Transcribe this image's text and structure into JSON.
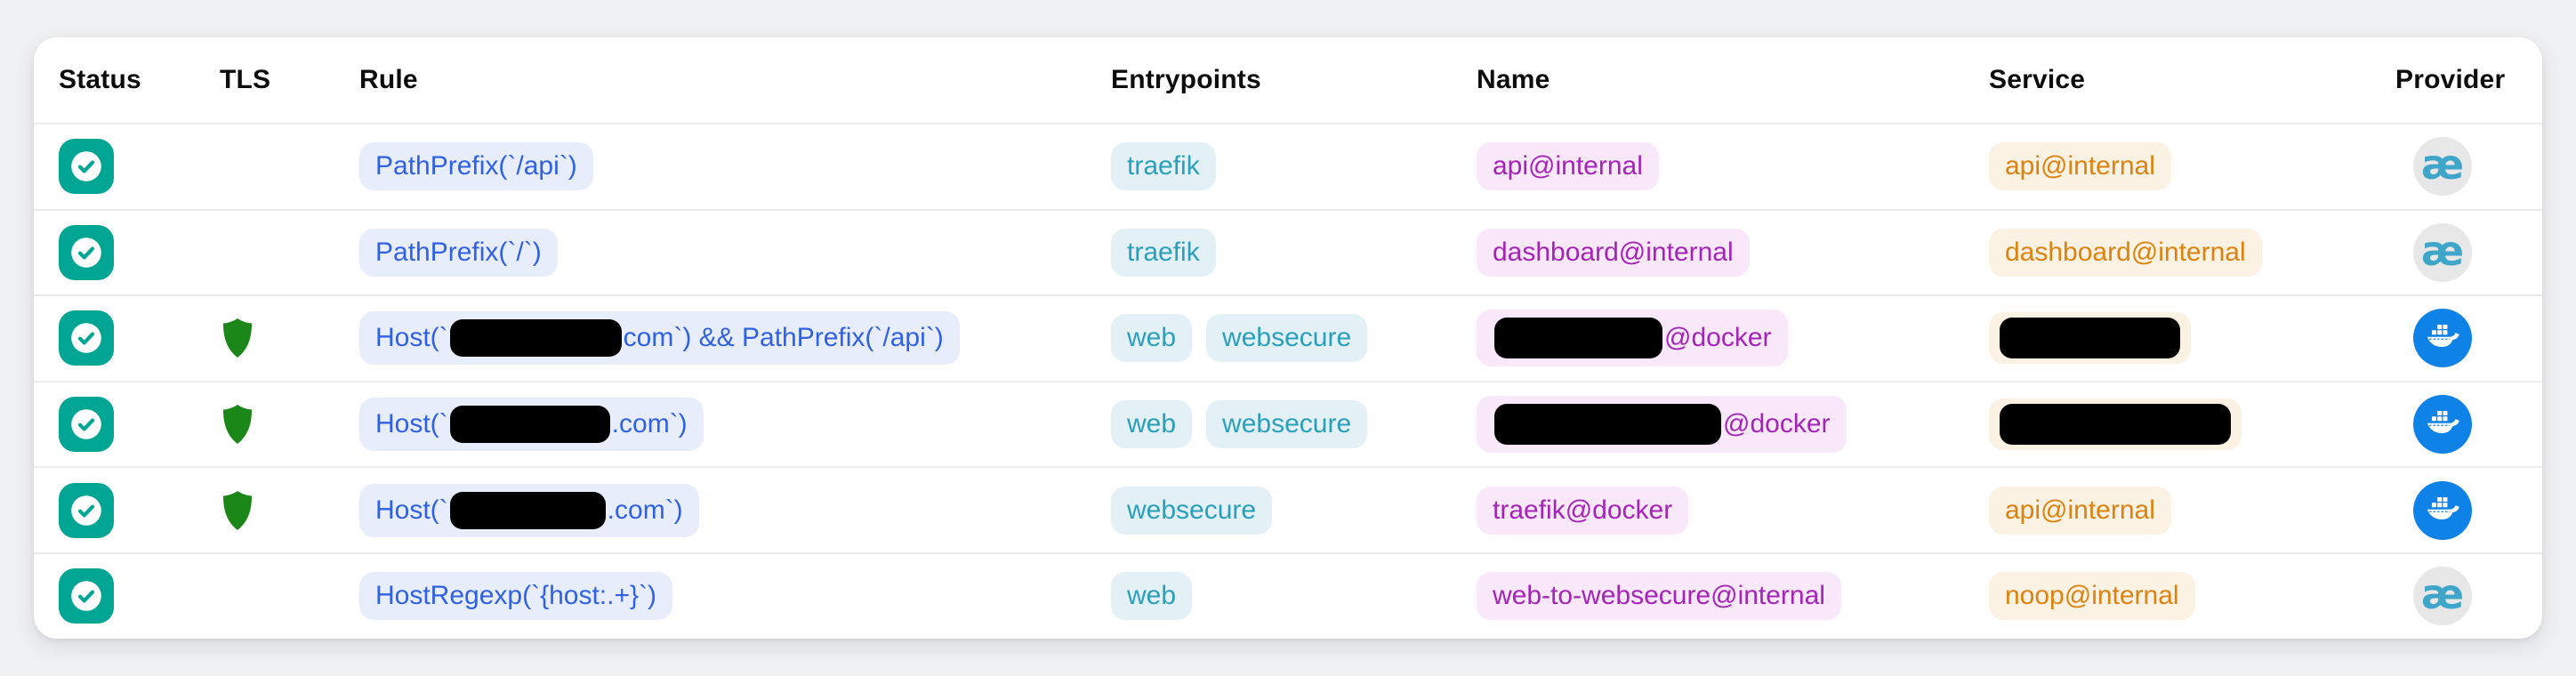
{
  "table": {
    "columns": [
      {
        "label": "Status"
      },
      {
        "label": "TLS"
      },
      {
        "label": "Rule"
      },
      {
        "label": "Entrypoints"
      },
      {
        "label": "Name"
      },
      {
        "label": "Service"
      },
      {
        "label": "Provider"
      }
    ],
    "rows": [
      {
        "status": "enabled",
        "tls": false,
        "rule": [
          {
            "t": "PathPrefix(`/api`)"
          }
        ],
        "entrypoints": [
          "traefik"
        ],
        "name": [
          {
            "t": "api@internal"
          }
        ],
        "service": [
          {
            "t": "api@internal"
          }
        ],
        "provider": "traefik"
      },
      {
        "status": "enabled",
        "tls": false,
        "rule": [
          {
            "t": "PathPrefix(`/`)"
          }
        ],
        "entrypoints": [
          "traefik"
        ],
        "name": [
          {
            "t": "dashboard@internal"
          }
        ],
        "service": [
          {
            "t": "dashboard@internal"
          }
        ],
        "provider": "traefik"
      },
      {
        "status": "enabled",
        "tls": true,
        "rule": [
          {
            "t": "Host(`"
          },
          {
            "r": 193,
            "h": 42
          },
          {
            "t": "com`) && PathPrefix(`/api`)"
          }
        ],
        "entrypoints": [
          "web",
          "websecure"
        ],
        "name": [
          {
            "r": 189,
            "h": 46
          },
          {
            "t": "@docker"
          }
        ],
        "service": [
          {
            "r": 203,
            "h": 46
          }
        ],
        "provider": "docker"
      },
      {
        "status": "enabled",
        "tls": true,
        "rule": [
          {
            "t": "Host(`"
          },
          {
            "r": 180,
            "h": 42
          },
          {
            "t": ".com`)"
          }
        ],
        "entrypoints": [
          "web",
          "websecure"
        ],
        "name": [
          {
            "r": 255,
            "h": 46
          },
          {
            "t": "@docker"
          }
        ],
        "service": [
          {
            "r": 260,
            "h": 46
          }
        ],
        "provider": "docker"
      },
      {
        "status": "enabled",
        "tls": true,
        "rule": [
          {
            "t": "Host(`"
          },
          {
            "r": 175,
            "h": 42
          },
          {
            "t": ".com`)"
          }
        ],
        "entrypoints": [
          "websecure"
        ],
        "name": [
          {
            "t": "traefik@docker"
          }
        ],
        "service": [
          {
            "t": "api@internal"
          }
        ],
        "provider": "docker"
      },
      {
        "status": "enabled",
        "tls": false,
        "rule": [
          {
            "t": "HostRegexp(`{host:.+}`)"
          }
        ],
        "entrypoints": [
          "web"
        ],
        "name": [
          {
            "t": "web-to-websecure@internal"
          }
        ],
        "service": [
          {
            "t": "noop@internal"
          }
        ],
        "provider": "traefik"
      }
    ]
  },
  "icons": {
    "status_ok": "check-icon",
    "tls": "shield-icon",
    "provider_traefik": "traefik-ae-icon",
    "provider_docker": "docker-whale-icon",
    "traefik_glyph": "æ"
  },
  "colors": {
    "page_bg": "#eff0f2",
    "status_teal": "#00a693",
    "shield_green": "#1b8718",
    "rule_bg": "#e8edfb",
    "rule_fg": "#3061e3",
    "entry_bg": "#e3f1f6",
    "entry_fg": "#2a9fbc",
    "name_bg": "#f8e8fa",
    "name_fg": "#a524b8",
    "service_bg": "#fcf2e3",
    "service_fg": "#dd820f",
    "docker_blue": "#0f82e8",
    "traefik_circle": "#e7e7e7",
    "traefik_glyph": "#3fa6c9"
  }
}
